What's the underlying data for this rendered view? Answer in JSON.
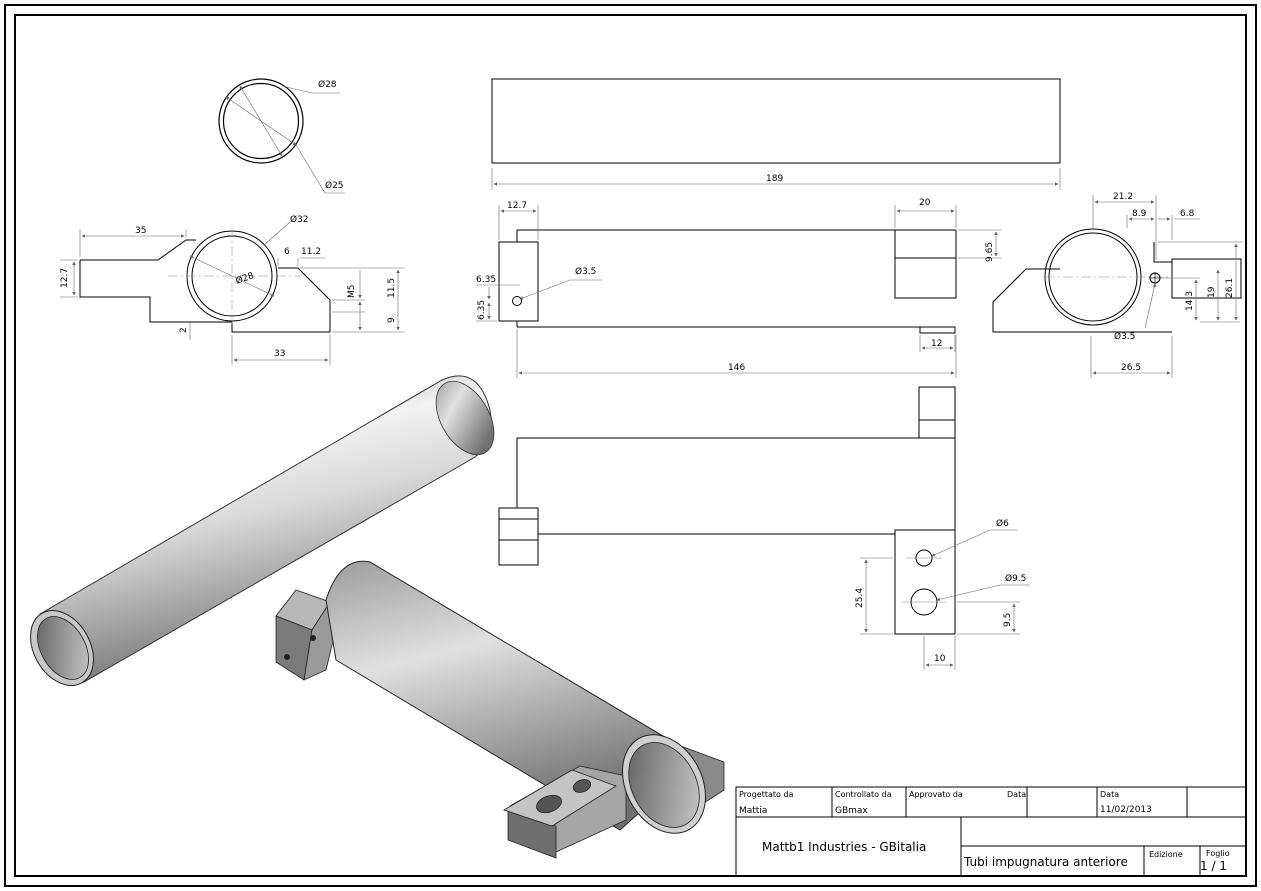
{
  "dimensions": {
    "tube_outer_dia": "Ø28",
    "tube_inner_dia": "Ø25",
    "tube_length": "189",
    "clamp_outer_dia": "Ø32",
    "clamp_inner_dia": "Ø28",
    "clamp_arm_len": "35",
    "clamp_height": "12.7",
    "clamp_step": "6",
    "clamp_gap": "11.2",
    "clamp_thread": "M5",
    "clamp_h115": "11.5",
    "clamp_h9": "9",
    "clamp_offset2": "2",
    "clamp_base_len": "33",
    "front_top_left": "12.7",
    "front_top_right": "20",
    "front_965": "9.65",
    "front_635a": "6.35",
    "front_635b": "6.35",
    "front_hole": "Ø3.5",
    "front_12": "12",
    "front_146": "146",
    "side_212": "21.2",
    "side_89": "8.9",
    "side_68": "6.8",
    "side_261": "26.1",
    "side_19": "19",
    "side_143": "14.3",
    "side_hole": "Ø3.5",
    "side_265": "26.5",
    "top_hole6": "Ø6",
    "top_hole95": "Ø9.5",
    "top_254": "25.4",
    "top_95": "9.5",
    "top_10": "10"
  },
  "title_block": {
    "designed_by_label": "Progettato da",
    "designed_by": "Mattia",
    "checked_by_label": "Controllato da",
    "checked_by": "GBmax",
    "approved_by_label": "Approvato da",
    "date_label_1": "Data",
    "date_label_2": "Data",
    "date": "11/02/2013",
    "company": "Mattb1 Industries - GBitalia",
    "drawing_title": "Tubi impugnatura anteriore",
    "edition_label": "Edizione",
    "sheet_label": "Foglio",
    "sheet": "1 / 1"
  }
}
